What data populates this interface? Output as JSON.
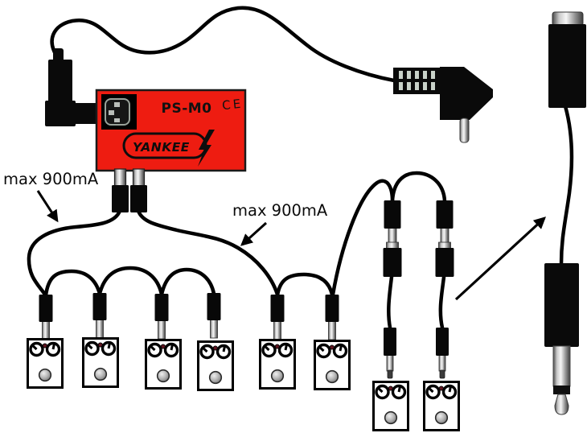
{
  "psu": {
    "model": "PS-M0",
    "ce_mark": "CE",
    "brand": "YANKEE",
    "brand_icon": "lightning-bolt",
    "body_color": "#ee1c11"
  },
  "annotations": {
    "left_output": "max 900mA",
    "right_output": "max 900mA"
  },
  "counts": {
    "daisy_chain_left_pedals": 4,
    "daisy_chain_right_pedals": 2,
    "detached_pedals": 2,
    "inline_couplers": 2
  }
}
